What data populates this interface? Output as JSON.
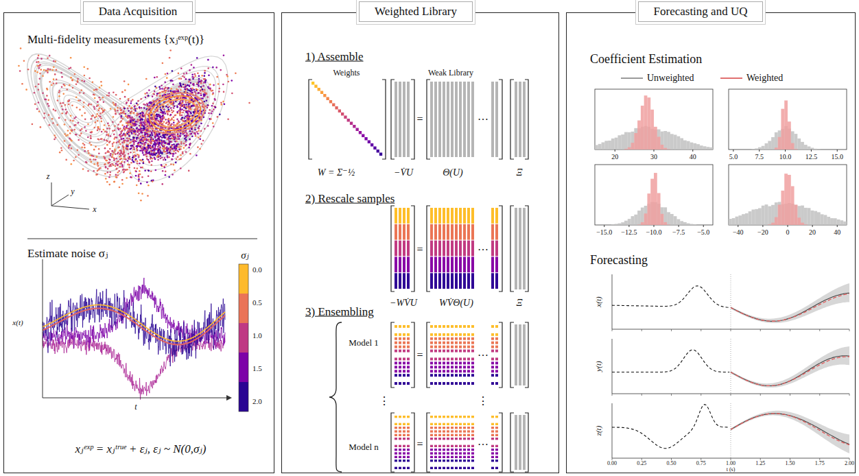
{
  "diagram": {
    "nodes": [
      {
        "text": [
          "Data Acquisition"
        ]
      },
      {
        "text": [
          "Weighted Library"
        ]
      },
      {
        "text": [
          "Forecasting and UQ"
        ]
      }
    ],
    "labels": [
      "Multi-fidelity measurements {xⱼᵉˣᵖ(t)}",
      "z",
      "y",
      "x",
      "Estimate noise σⱼ",
      "σⱼ",
      "0.0",
      "0.5",
      "1.0",
      "1.5",
      "2.0",
      "x(t)",
      "t",
      "xⱼᵉˣᵖ = xⱼᵗʳᵘᵉ + εⱼ,   εⱼ ~ N(0,σⱼ)",
      "1) Assemble",
      "Weights",
      "Weak Library",
      "W = Σ⁻½",
      "−V̇U",
      "=",
      "Θ(U)",
      "…",
      "Ξ",
      "2) Rescale samples",
      "=",
      "…",
      "−WV̇U",
      "WV̇Θ(U)",
      "Ξ",
      "3) Ensembling",
      "Model 1",
      "=",
      "…",
      "⋮",
      "⋮",
      "Model n",
      "=",
      "…",
      "Coefficient Estimation",
      "20",
      "30",
      "40",
      "5.0",
      "7.5",
      "10.0",
      "12.5",
      "15.0",
      "−15.0",
      "−12.5",
      "−10.0",
      "−7.5",
      "−5.0",
      "−40",
      "−20",
      "0",
      "20",
      "40",
      "Forecasting",
      "x(t)",
      "y(t)",
      "z(t)",
      "0.00",
      "0.25",
      "0.50",
      "0.75",
      "1.00",
      "1.25",
      "1.50",
      "1.75",
      "2.00",
      "t (s)"
    ],
    "legend": [
      {
        "text": "Unweighted"
      },
      {
        "text": "Weighted"
      }
    ]
  }
}
